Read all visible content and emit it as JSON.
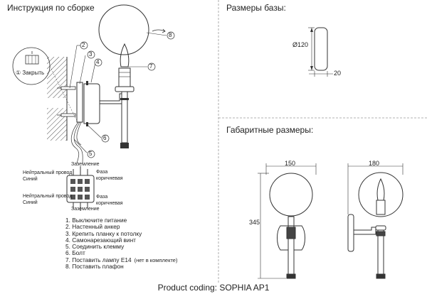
{
  "headers": {
    "assembly": "Инструкция по сборке",
    "base_size": "Размеры базы:",
    "overall_size": "Габаритные размеры:"
  },
  "base_dims": {
    "diameter": "Ø120",
    "depth": "20"
  },
  "overall_dims": {
    "width": "150",
    "depth": "180",
    "height": "345"
  },
  "close_label": "① Закрыть",
  "callouts": [
    "2",
    "3",
    "4",
    "5",
    "6",
    "7",
    "8"
  ],
  "wiring": {
    "neutral_top": "Нейтральный провод",
    "blue_top": "Синий",
    "ground_top": "Заземление",
    "phase_top": "Фаза",
    "brown_top": "коричневая",
    "neutral_bottom": "Нейтральный провод",
    "blue_bottom": "Синий",
    "phase_bottom": "Фаза",
    "brown_bottom": "коричневая",
    "ground_bottom": "Заземление"
  },
  "steps": [
    "1. Выключите питание",
    "2. Настенный анкер",
    "3. Крепить планку к потолку",
    "4. Самонарезающий винт",
    "5. Соединить клемму",
    "6. Болт",
    "7. Поставить лампу Е14",
    "8. Поставить плафон"
  ],
  "step7_note": "(нет в комплекте)",
  "footer": {
    "product_label": "Product coding:",
    "product_code": "SOPHIA AP1"
  }
}
